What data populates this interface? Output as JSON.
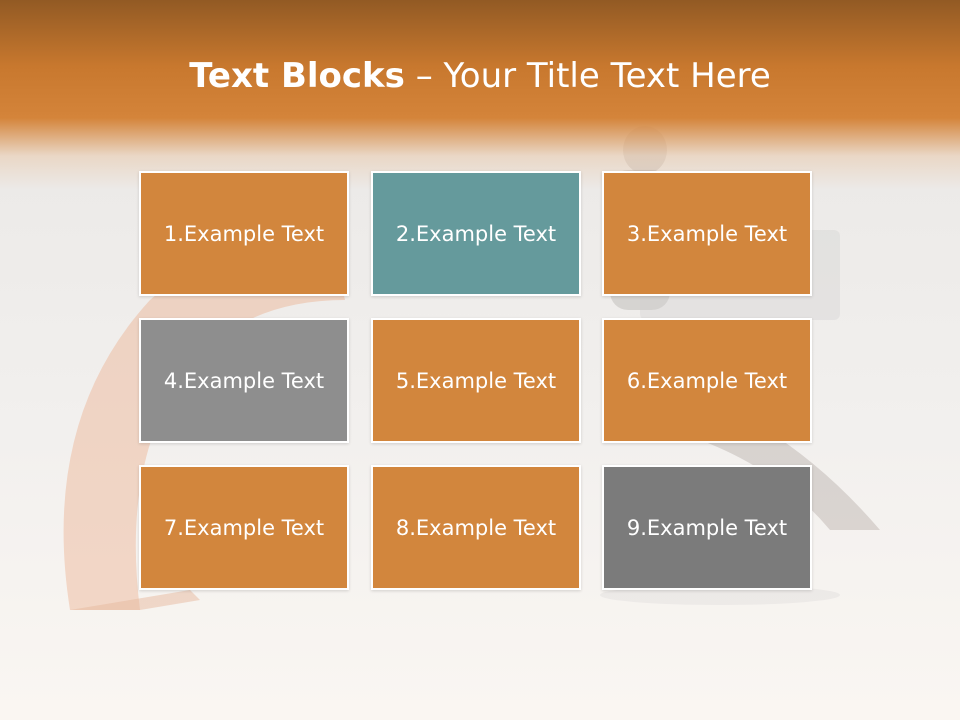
{
  "title": {
    "strong": "Text Blocks",
    "separator": " – ",
    "rest": "Your Title Text Here"
  },
  "colors": {
    "orange": "#d2863d",
    "teal": "#659a9c",
    "grey": "#8e8e8e",
    "dark_grey": "#7b7b7b",
    "header": "#c8782e"
  },
  "blocks": [
    {
      "label": "1.Example Text",
      "color": "#d2863d"
    },
    {
      "label": "2.Example Text",
      "color": "#659a9c"
    },
    {
      "label": "3.Example Text",
      "color": "#d2863d"
    },
    {
      "label": "4.Example Text",
      "color": "#8e8e8e"
    },
    {
      "label": "5.Example Text",
      "color": "#d2863d"
    },
    {
      "label": "6.Example Text",
      "color": "#d2863d"
    },
    {
      "label": "7.Example Text",
      "color": "#d2863d"
    },
    {
      "label": "8.Example Text",
      "color": "#d2863d"
    },
    {
      "label": "9.Example Text",
      "color": "#7b7b7b"
    }
  ]
}
